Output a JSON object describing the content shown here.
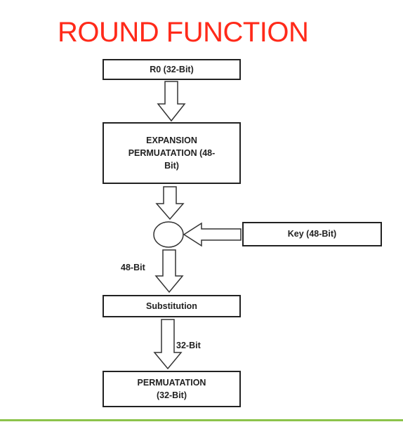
{
  "title": "ROUND FUNCTION",
  "boxes": {
    "r0": "R0 (32-Bit)",
    "expansion": [
      "EXPANSION",
      "PERMUATATION (48-",
      "Bit)"
    ],
    "key": "Key (48-Bit)",
    "substitution": "Substitution",
    "permutation": [
      "PERMUATATION",
      "(32-Bit)"
    ]
  },
  "labels": {
    "after_xor": "48-Bit",
    "after_substitution": "32-Bit"
  },
  "colors": {
    "title": "#ff2a1a",
    "stroke": "#222222",
    "bottom_rule": "#8bc34a"
  }
}
